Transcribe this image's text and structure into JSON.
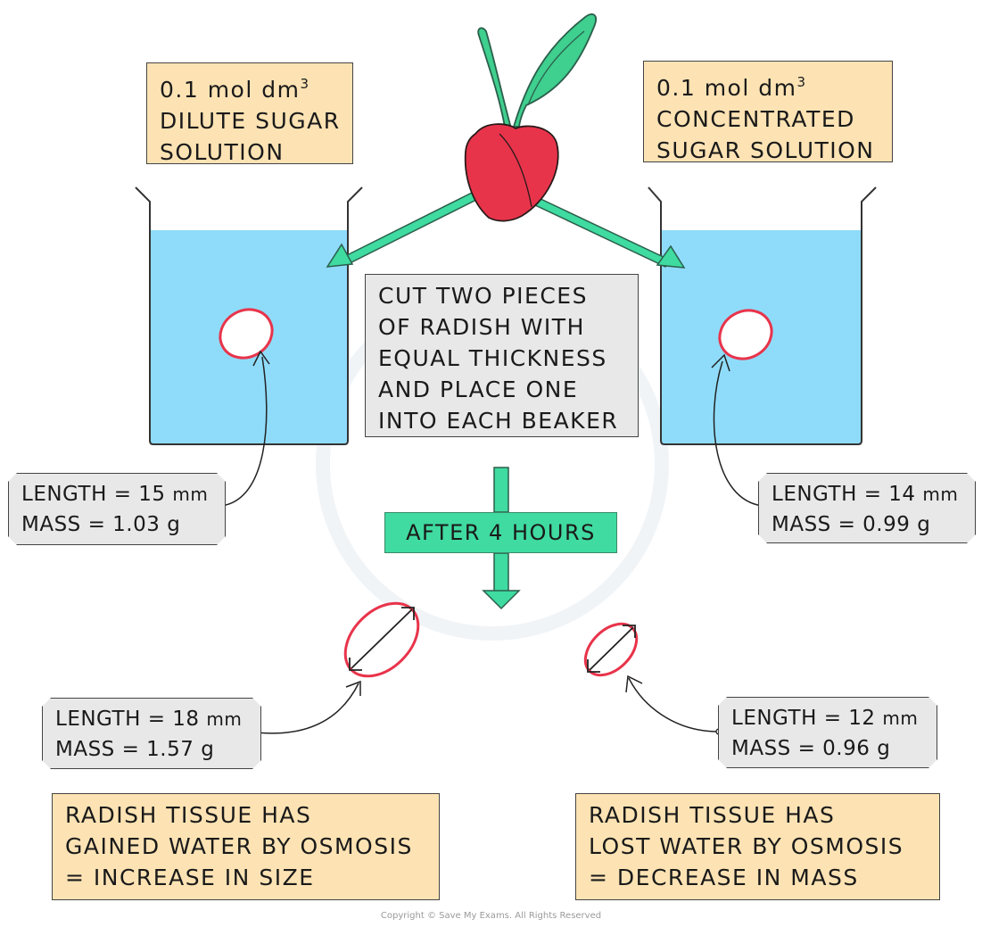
{
  "beaker_left": {
    "solution_lines": [
      "0.1 mol dm",
      "DILUTE SUGAR",
      "SOLUTION"
    ],
    "superscript": "3"
  },
  "beaker_right": {
    "solution_lines": [
      "0.1 mol dm",
      "CONCENTRATED",
      "SUGAR SOLUTION"
    ],
    "superscript": "3"
  },
  "instruction": {
    "lines": [
      "CUT TWO PIECES",
      "OF RADISH WITH",
      "EQUAL THICKNESS",
      "AND PLACE ONE",
      "INTO EACH BEAKER"
    ]
  },
  "timer": {
    "label": "AFTER 4 HOURS"
  },
  "before_left": {
    "length_text": "LENGTH = 15",
    "mass_text": "MASS = 1.03 g",
    "length_unit": "mm"
  },
  "before_right": {
    "length_text": "LENGTH = 14",
    "mass_text": "MASS = 0.99 g",
    "length_unit": "mm"
  },
  "after_left": {
    "length_text": "LENGTH = 18",
    "mass_text": "MASS = 1.57 g",
    "length_unit": "mm"
  },
  "after_right": {
    "length_text": "LENGTH = 12",
    "mass_text": "MASS = 0.96 g",
    "length_unit": "mm"
  },
  "conclusion_left": {
    "lines": [
      "RADISH TISSUE HAS",
      "GAINED WATER BY OSMOSIS",
      "= INCREASE IN SIZE"
    ]
  },
  "conclusion_right": {
    "lines": [
      "RADISH TISSUE HAS",
      "LOST WATER BY OSMOSIS",
      "= DECREASE IN MASS"
    ]
  },
  "copyright": "Copyright © Save My Exams. All Rights Reserved",
  "colors": {
    "water": "#8fdcfa",
    "radish": "#e8344b",
    "leaf": "#3fcf8e",
    "arrow": "#3fdba0",
    "label_orange": "#fde3b4",
    "label_grey": "#e8e8e8"
  }
}
